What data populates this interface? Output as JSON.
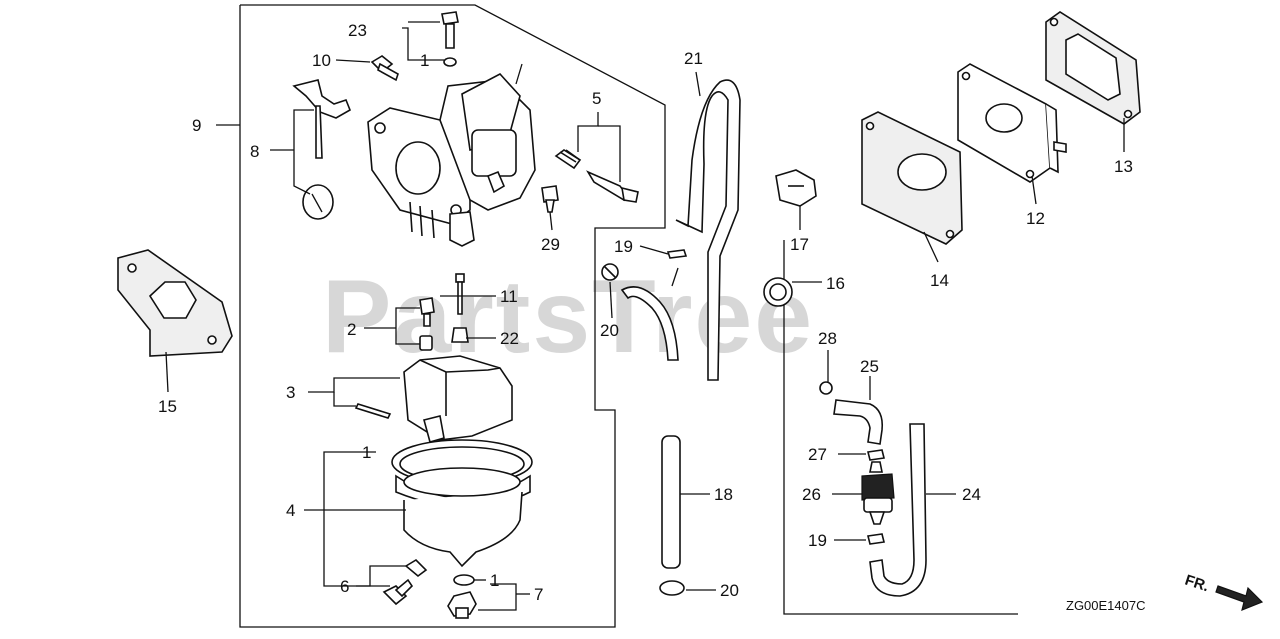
{
  "watermark": "PartsTree",
  "drawing_code": "ZG00E1407C",
  "direction_label": "FR.",
  "callouts": {
    "c1a": "1",
    "c1b": "1",
    "c1c": "1",
    "c2": "2",
    "c3": "3",
    "c4": "4",
    "c5": "5",
    "c6": "6",
    "c7": "7",
    "c8": "8",
    "c9": "9",
    "c10": "10",
    "c11": "11",
    "c12": "12",
    "c13": "13",
    "c14": "14",
    "c15": "15",
    "c16": "16",
    "c17": "17",
    "c18": "18",
    "c19a": "19",
    "c19b": "19",
    "c20a": "20",
    "c20b": "20",
    "c21": "21",
    "c22": "22",
    "c23": "23",
    "c24": "24",
    "c25": "25",
    "c26": "26",
    "c27": "27",
    "c28": "28",
    "c29": "29"
  }
}
